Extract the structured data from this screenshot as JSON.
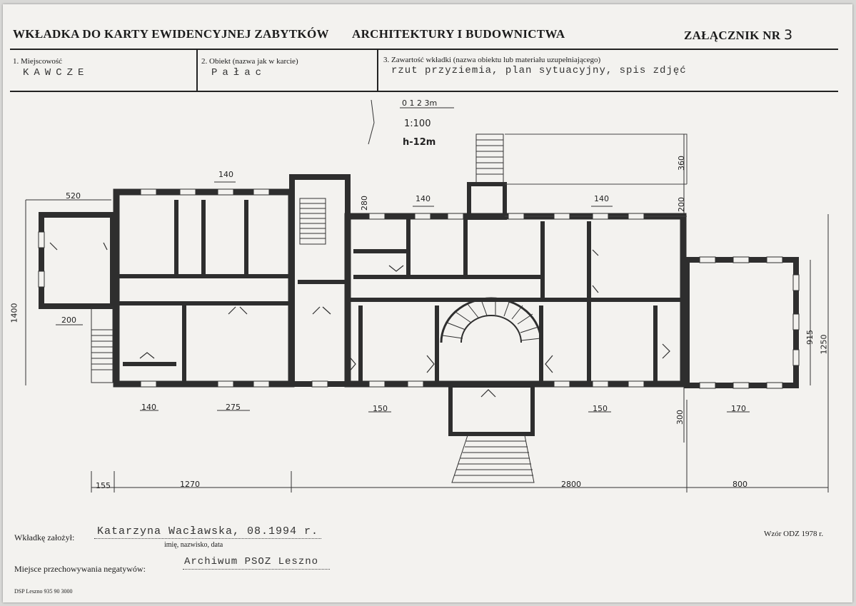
{
  "header": {
    "title": "WKŁADKA DO KARTY EWIDENCYJNEJ ZABYTKÓW",
    "title2": "ARCHITEKTURY I BUDOWNICTWA",
    "attachment_label": "ZAŁĄCZNIK NR",
    "attachment_number": "3"
  },
  "fields": {
    "f1_label": "1. Miejscowość",
    "f1_value": "KAWCZE",
    "f2_label": "2. Obiekt (nazwa jak w karcie)",
    "f2_value": "Pałac",
    "f3_label": "3. Zawartość wkładki (nazwa obiektu lub materiału uzupełniającego)",
    "f3_value": "rzut przyziemia, plan sytuacyjny, spis zdjęć"
  },
  "plan": {
    "scale_bar": "0  1  2  3m",
    "scale": "1:100",
    "height": "h-12m",
    "dims": {
      "d520": "520",
      "d140a": "140",
      "d280": "280",
      "d140b": "140",
      "d140c": "140",
      "d360": "360",
      "d200a": "200",
      "d1400": "1400",
      "d200b": "200",
      "d915": "915",
      "d1250": "1250",
      "d140d": "140",
      "d275": "275",
      "d150a": "150",
      "d150b": "150",
      "d170": "170",
      "d300": "300",
      "d155": "155",
      "d1270": "1270",
      "d2800": "2800",
      "d800": "800"
    }
  },
  "footer": {
    "founded_label": "Wkładkę założył:",
    "founded_value": "Katarzyna Wacławska, 08.1994 r.",
    "founded_hint": "imię, nazwisko, data",
    "form_ref": "Wzór ODZ 1978 r.",
    "storage_label": "Miejsce przechowywania negatywów:",
    "storage_value": "Archiwum PSOZ Leszno",
    "printer": "DSP Leszno 935 90 3000"
  }
}
